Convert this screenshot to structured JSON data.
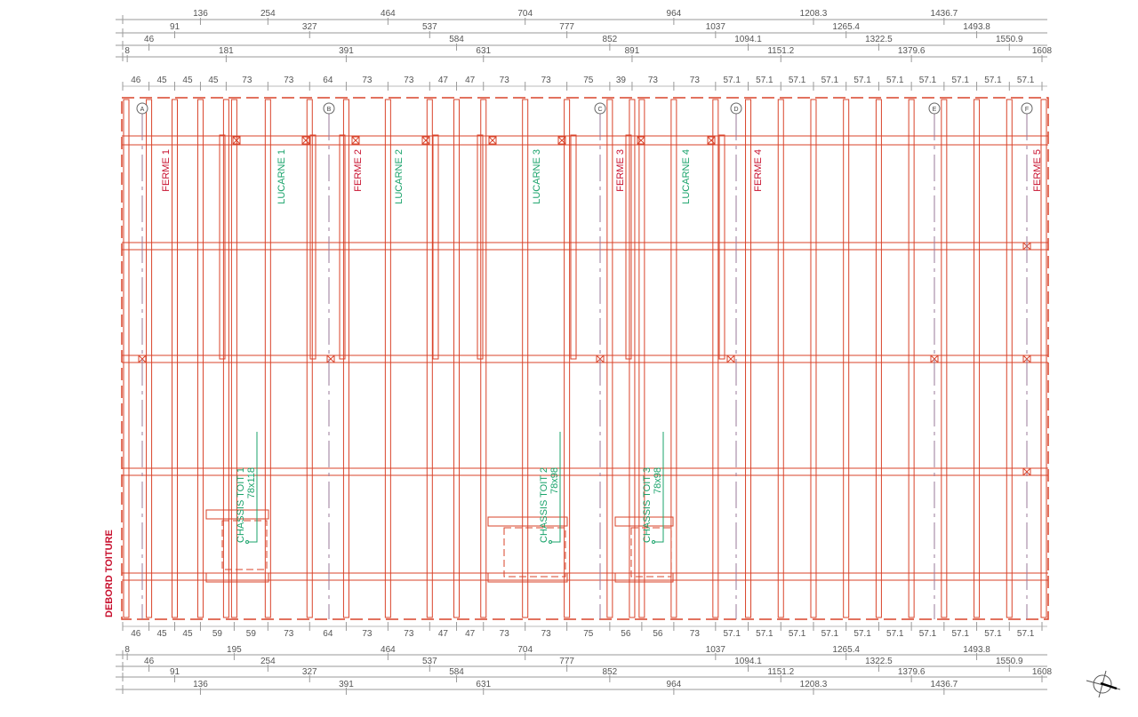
{
  "colors": {
    "structure": "#d9432a",
    "labels_red": "#c8102e",
    "labels_green": "#1aa36b",
    "dimension": "#8a8a8a",
    "axis": "#9a7a9a"
  },
  "dimensions": {
    "top_rows": [
      [
        "136",
        "254",
        "464",
        "704",
        "964",
        "1208.3",
        "1436.7"
      ],
      [
        "91",
        "327",
        "537",
        "777",
        "1037",
        "1265.4",
        "1493.8"
      ],
      [
        "46",
        "584",
        "852",
        "1094.1",
        "1322.5",
        "1550.9"
      ],
      [
        "8",
        "181",
        "391",
        "631",
        "891",
        "1151.2",
        "1379.6",
        "1608"
      ]
    ],
    "top_chain": [
      "46",
      "45",
      "45",
      "45",
      "73",
      "73",
      "64",
      "73",
      "73",
      "47",
      "47",
      "73",
      "73",
      "75",
      "39",
      "73",
      "73",
      "57.1",
      "57.1",
      "57.1",
      "57.1",
      "57.1",
      "57.1",
      "57.1",
      "57.1",
      "57.1",
      "57.1"
    ],
    "bottom_chain": [
      "46",
      "45",
      "45",
      "59",
      "59",
      "73",
      "64",
      "73",
      "73",
      "47",
      "47",
      "73",
      "73",
      "75",
      "56",
      "56",
      "73",
      "57.1",
      "57.1",
      "57.1",
      "57.1",
      "57.1",
      "57.1",
      "57.1",
      "57.1",
      "57.1",
      "57.1"
    ],
    "bottom_rows": [
      [
        "8",
        "195",
        "464",
        "704",
        "1037",
        "1265.4",
        "1493.8"
      ],
      [
        "46",
        "254",
        "537",
        "777",
        "1094.1",
        "1322.5",
        "1550.9"
      ],
      [
        "91",
        "327",
        "584",
        "852",
        "1151.2",
        "1379.6",
        "1608"
      ],
      [
        "136",
        "391",
        "631",
        "964",
        "1208.3",
        "1436.7"
      ]
    ]
  },
  "grid_axes": [
    "A",
    "B",
    "C",
    "D",
    "E",
    "F"
  ],
  "fermes": [
    "FERME 1",
    "FERME 2",
    "FERME 3",
    "FERME 4",
    "FERME 5"
  ],
  "lucarnes": [
    "LUCARNE 1",
    "LUCARNE 2",
    "LUCARNE 3",
    "LUCARNE 4"
  ],
  "chassis": [
    {
      "name": "CHASSIS TOIT 1",
      "size": "78x118"
    },
    {
      "name": "CHASSIS TOIT 2",
      "size": "78x98"
    },
    {
      "name": "CHASSIS TOIT 3",
      "size": "78x98"
    }
  ],
  "debord": "DEBORD TOITURE",
  "compass_icon": "north-arrow-icon"
}
